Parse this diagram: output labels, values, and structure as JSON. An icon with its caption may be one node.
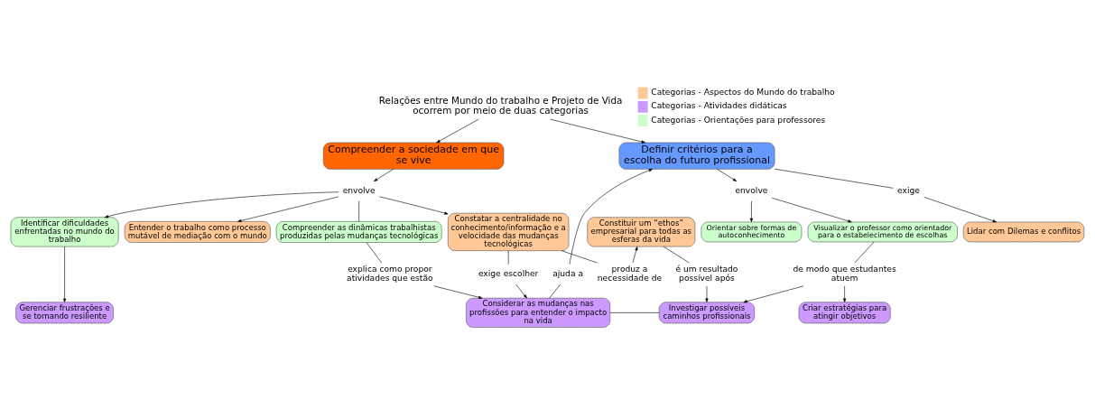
{
  "diagram": {
    "nodes": [
      {
        "text": [
          "Relações entre Mundo do trabalho e Projeto de Vida ocorrem por meio de duas categorias"
        ]
      },
      {
        "text": [
          "Compreender a sociedade em que se vive"
        ]
      },
      {
        "text": [
          "Definir critérios para a escolha do futuro profissional"
        ]
      },
      {
        "text": [
          "exige"
        ]
      },
      {
        "text": [
          "Lidar com Dilemas e conflitos"
        ]
      },
      {
        "text": [
          "envolve"
        ]
      },
      {
        "text": [
          "Entender o trabalho como processo mutável de mediação com o mundo"
        ]
      },
      {
        "text": [
          "Constatar a centralidade no conhecimento/informação e a velocidade das mudanças tecnológicas"
        ]
      },
      {
        "text": [
          "Constituir um “ethos” empresarial para todas as esferas da vida"
        ]
      },
      {
        "text": [
          "ajuda a"
        ]
      },
      {
        "text": [
          "envolve"
        ]
      },
      {
        "text": [
          "Identificar dificuldades enfrentadas no mundo do trabalho"
        ]
      },
      {
        "text": [
          "Compreender as dinâmicas trabalhistas produzidas pelas mudanças tecnológicas"
        ]
      },
      {
        "text": [
          "produz a necessidade de"
        ]
      },
      {
        "text": [
          "Orientar sobre formas de autoconhecimento"
        ]
      },
      {
        "text": [
          "Visualizar o professor como orientador para o estabelecimento de escolhas"
        ]
      },
      {
        "text": [
          "explica como propor atividades que estão"
        ]
      },
      {
        "text": [
          "exige escolher"
        ]
      },
      {
        "text": [
          "é um resultado possível após"
        ]
      },
      {
        "text": [
          "de modo que estudantes atuem"
        ]
      },
      {
        "text": [
          "Gerenciar frustrações e se tornando resiliente"
        ]
      },
      {
        "text": [
          "Considerar as mudanças nas profissões para entender o impacto na vida"
        ]
      },
      {
        "text": [
          "Investigar possíveis caminhos profissionais"
        ]
      },
      {
        "text": [
          "Criar estratégias para atingir objetivos"
        ]
      }
    ],
    "edges": [
      {
        "from": 0,
        "to": 1,
        "arrow": "to"
      },
      {
        "from": 0,
        "to": 2,
        "arrow": "to"
      },
      {
        "from": 2,
        "to": 3,
        "arrow": "none"
      },
      {
        "from": 3,
        "to": 4,
        "arrow": "to"
      },
      {
        "from": 1,
        "to": 5,
        "arrow": "to"
      },
      {
        "from": 5,
        "to": 6,
        "arrow": "to"
      },
      {
        "from": 5,
        "to": 7,
        "arrow": "to"
      },
      {
        "from": 5,
        "to": 11,
        "arrow": "to"
      },
      {
        "from": 5,
        "to": 12,
        "arrow": "none"
      },
      {
        "from": 12,
        "to": 16,
        "arrow": "none"
      },
      {
        "from": 16,
        "to": 21,
        "arrow": "to"
      },
      {
        "from": 7,
        "to": 17,
        "arrow": "none"
      },
      {
        "from": 17,
        "to": 21,
        "arrow": "to"
      },
      {
        "from": 7,
        "to": 13,
        "arrow": "none"
      },
      {
        "from": 13,
        "to": 8,
        "arrow": "to"
      },
      {
        "from": 8,
        "to": 18,
        "arrow": "none"
      },
      {
        "from": 18,
        "to": 22,
        "arrow": "to"
      },
      {
        "from": 21,
        "to": 9,
        "arrow": "none"
      },
      {
        "from": 9,
        "to": 2,
        "arrow": "to"
      },
      {
        "from": 2,
        "to": 10,
        "arrow": "to"
      },
      {
        "from": 10,
        "to": 14,
        "arrow": "to"
      },
      {
        "from": 10,
        "to": 15,
        "arrow": "to"
      },
      {
        "from": 15,
        "to": 19,
        "arrow": "none"
      },
      {
        "from": 19,
        "to": 22,
        "arrow": "to"
      },
      {
        "from": 19,
        "to": 23,
        "arrow": "to"
      },
      {
        "from": 11,
        "to": 20,
        "arrow": "to"
      },
      {
        "from": 21,
        "to": 22,
        "arrow": "none"
      }
    ],
    "legend": [
      {
        "text": "Categorias - Aspectos do Mundo do trabalho",
        "color": "#ffc896"
      },
      {
        "text": "Categorias - Atividades didáticas",
        "color": "#cc99ff"
      },
      {
        "text": "Categorias - Orientações para professores",
        "color": "#ccffcc"
      }
    ]
  }
}
